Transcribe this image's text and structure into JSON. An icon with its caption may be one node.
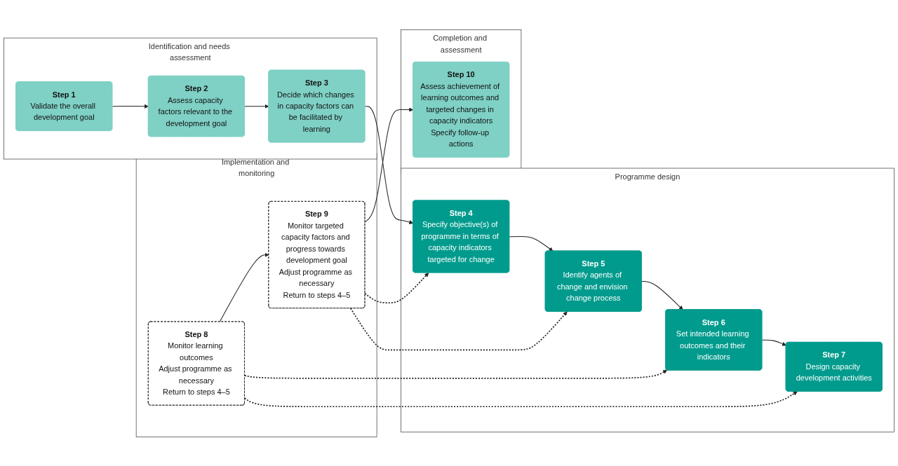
{
  "diagram": {
    "nodes": [
      {
        "text": [
          "Identification and needs assessment"
        ]
      },
      {
        "text": [
          "Step 1",
          "Validate the overall development goal"
        ],
        "in": 0
      },
      {
        "text": [
          "Step 2",
          "Assess capacity factors relevant to the development goal"
        ],
        "in": 0
      },
      {
        "text": [
          "Step 3",
          "Decide which changes in capacity factors can be facilitated by learning"
        ],
        "in": 0
      },
      {
        "text": [
          "Programme design"
        ]
      },
      {
        "text": [
          "Step 4",
          "Specify objective(s) of programme in terms of capacity indicators targeted for change"
        ],
        "in": 4
      },
      {
        "text": [
          "Step 5",
          "Identify agents of change and envision change process"
        ],
        "in": 4
      },
      {
        "text": [
          "Step 6",
          "Set intended learning outcomes and their indicators"
        ],
        "in": 4
      },
      {
        "text": [
          "Step 7",
          "Design capacity development activities"
        ],
        "in": 4
      },
      {
        "text": [
          "Completion and assessment"
        ]
      },
      {
        "text": [
          "Step 10",
          "Assess achievement of learning outcomes and targeted changes in capacity indicators",
          "Specify follow-up actions"
        ],
        "in": 9
      },
      {
        "text": [
          "Implementation and monitoring"
        ]
      },
      {
        "text": [
          "Step 9",
          "Monitor targeted capacity factors and progress towards development goal",
          "Adjust programme as necessary",
          "Return to steps 4–5"
        ],
        "in": 11
      },
      {
        "text": [
          "Step 8",
          "Monitor learning outcomes",
          "Adjust programme as necessary",
          "Return to steps 4–5"
        ],
        "in": 11
      }
    ],
    "edges": [
      {
        "from": 1,
        "to": 2,
        "arrow": "to"
      },
      {
        "from": 2,
        "to": 3,
        "arrow": "to"
      },
      {
        "from": 3,
        "to": 5,
        "arrow": "to"
      },
      {
        "from": 5,
        "to": 6,
        "arrow": "to"
      },
      {
        "from": 6,
        "to": 7,
        "arrow": "to"
      },
      {
        "from": 7,
        "to": 8,
        "arrow": "to"
      },
      {
        "from": 12,
        "to": 5,
        "arrow": "to",
        "style": "dashed"
      },
      {
        "from": 12,
        "to": 6,
        "arrow": "to",
        "style": "dashed"
      },
      {
        "from": 13,
        "to": 7,
        "arrow": "to",
        "style": "dashed"
      },
      {
        "from": 13,
        "to": 8,
        "arrow": "to",
        "style": "dashed"
      },
      {
        "from": 13,
        "to": 12,
        "arrow": "to"
      },
      {
        "from": 12,
        "to": 10,
        "arrow": "to"
      }
    ]
  }
}
